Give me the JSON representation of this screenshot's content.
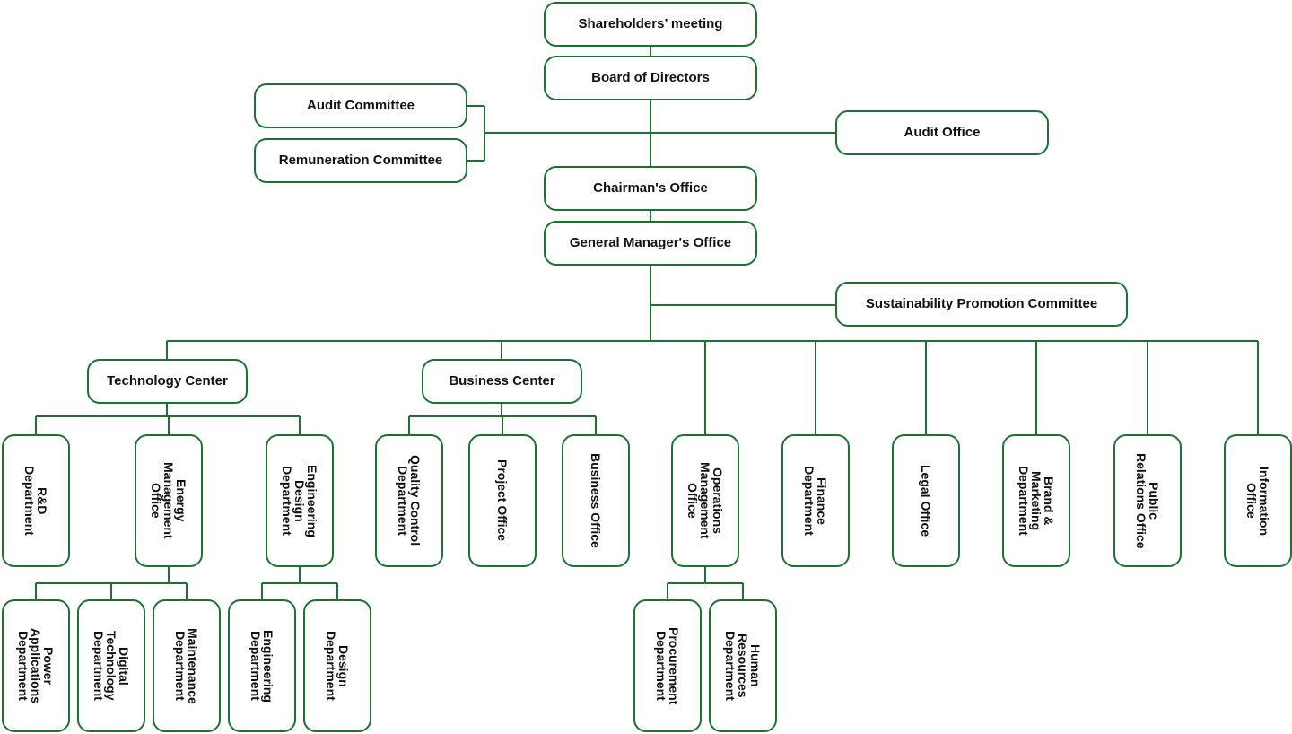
{
  "colors": {
    "border": "#1e7132",
    "line": "#1e7132",
    "text": "#111111",
    "background": "#ffffff"
  },
  "nodes": {
    "shareholders": "Shareholders’ meeting",
    "board": "Board of Directors",
    "audit_committee": "Audit Committee",
    "remuneration_committee": "Remuneration Committee",
    "audit_office": "Audit Office",
    "chairman_office": "Chairman's Office",
    "gm_office": "General Manager's Office",
    "sustainability": "Sustainability Promotion Committee",
    "technology_center": "Technology Center",
    "business_center": "Business Center",
    "rd_department": "R&D\nDepartment",
    "energy_management_office": "Energy\nManagement\nOffice",
    "engineering_design_department": "Engineering\nDesign\nDepartment",
    "quality_control_department": "Quality Control\nDepartment",
    "project_office": "Project Office",
    "business_office": "Business Office",
    "operations_management_office": "Operations\nManagement\nOffice",
    "finance_department": "Finance\nDepartment",
    "legal_office": "Legal Office",
    "brand_marketing_department": "Brand &\nMarketing\nDepartment",
    "public_relations_office": "Public\nRelations Office",
    "information_office": "Information\nOffice",
    "power_applications_department": "Power\nApplications\nDepartment",
    "digital_technology_department": "Digital\nTechnology\nDepartment",
    "maintenance_department": "Maintenance\nDepartment",
    "engineering_department": "Engineering\nDepartment",
    "design_department": "Design\nDepartment",
    "procurement_department": "Procurement\nDepartment",
    "human_resources_department": "Human\nResources\nDepartment"
  }
}
